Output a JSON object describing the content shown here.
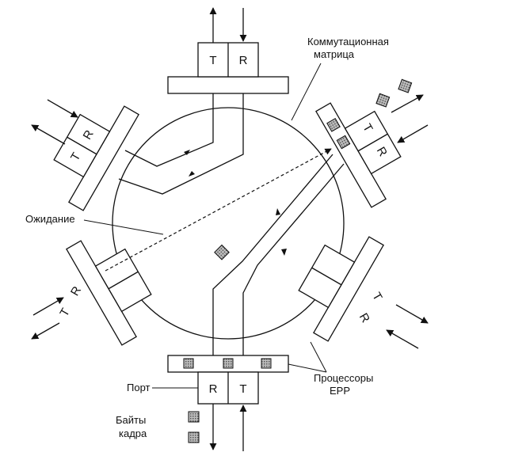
{
  "labels": {
    "matrix_line1": "Коммутационная",
    "matrix_line2": "матрица",
    "waiting": "Ожидание",
    "processors_line1": "Процессоры",
    "processors_line2": "EPP",
    "port": "Порт",
    "frame_bytes_line1": "Байты",
    "frame_bytes_line2": "кадра"
  },
  "ports": {
    "top": {
      "left": "T",
      "right": "R"
    },
    "upper_left": {
      "left": "T",
      "right": "R"
    },
    "upper_right": {
      "left": "T",
      "right": "R"
    },
    "lower_left": {
      "left": "T",
      "right": "R"
    },
    "lower_right": {
      "left": "T",
      "right": "R"
    },
    "bottom": {
      "left": "R",
      "right": "T"
    }
  },
  "colors": {
    "ink": "#111111",
    "packet": "#9a9a9a"
  }
}
